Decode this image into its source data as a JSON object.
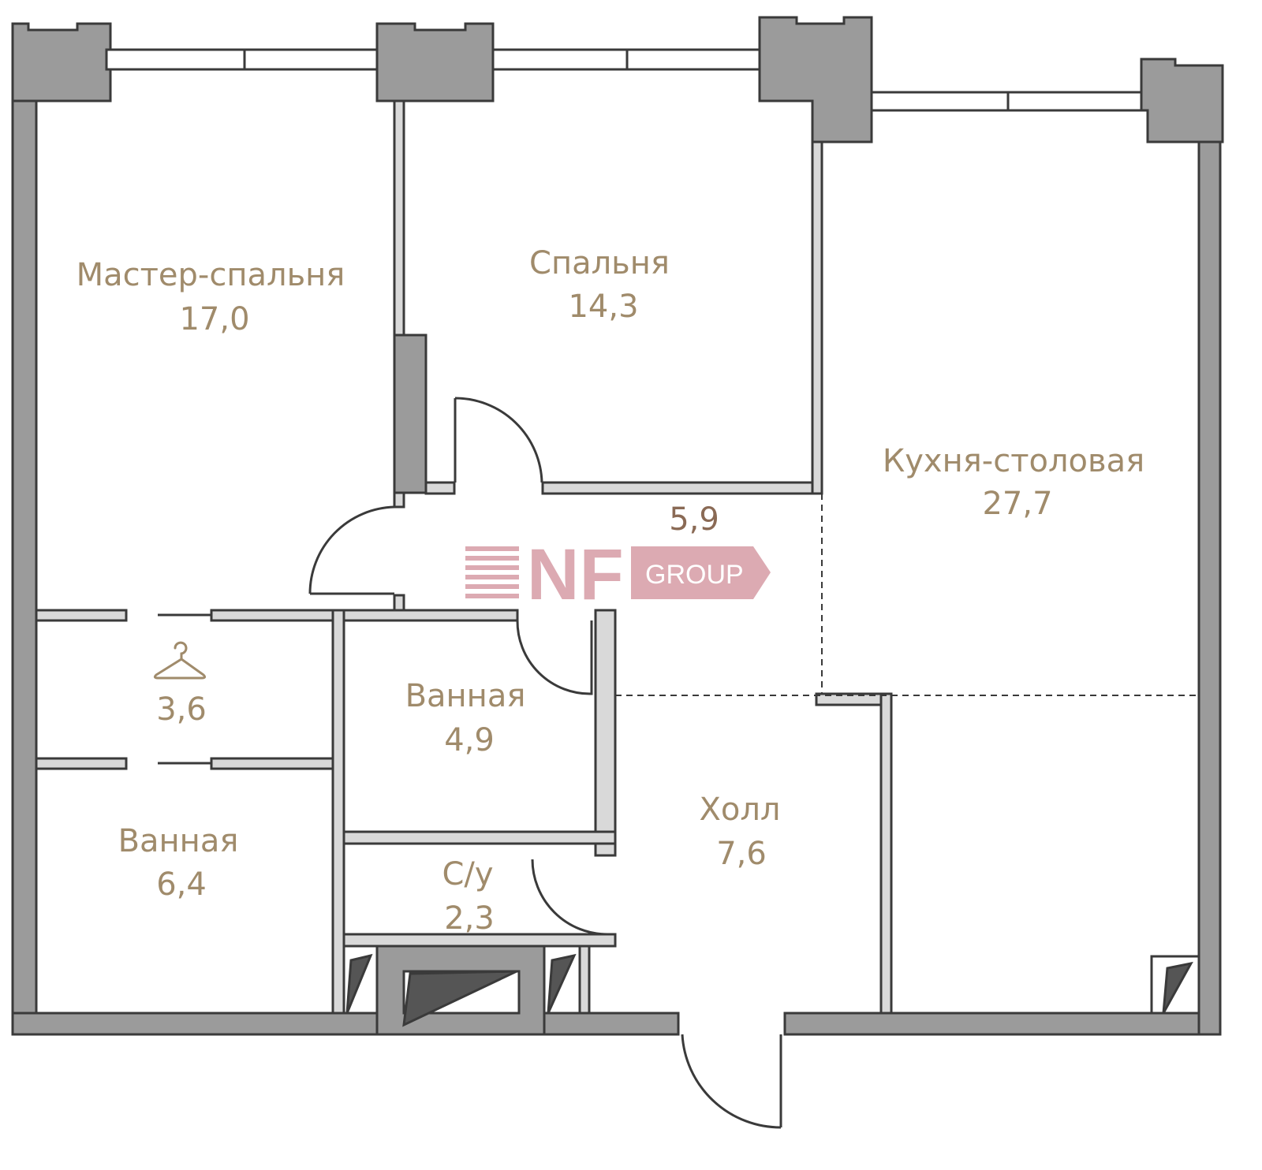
{
  "colors": {
    "wall": "#9b9b9b",
    "partition": "#d9d9d9",
    "stroke": "#3a3a3a",
    "label": "#a08b6b",
    "watermark": "#dcaab2"
  },
  "watermark": {
    "brand": "NF",
    "group": "GROUP"
  },
  "rooms": [
    {
      "name": "Мастер-спальня",
      "area": "17,0"
    },
    {
      "name": "Спальня",
      "area": "14,3"
    },
    {
      "name": "Кухня-столовая",
      "area": "27,7"
    },
    {
      "name": "",
      "area": "5,9"
    },
    {
      "name": "",
      "area": "3,6",
      "icon": "hanger-icon"
    },
    {
      "name": "Ванная",
      "area": "4,9"
    },
    {
      "name": "Ванная",
      "area": "6,4"
    },
    {
      "name": "С/у",
      "area": "2,3"
    },
    {
      "name": "Холл",
      "area": "7,6"
    }
  ]
}
